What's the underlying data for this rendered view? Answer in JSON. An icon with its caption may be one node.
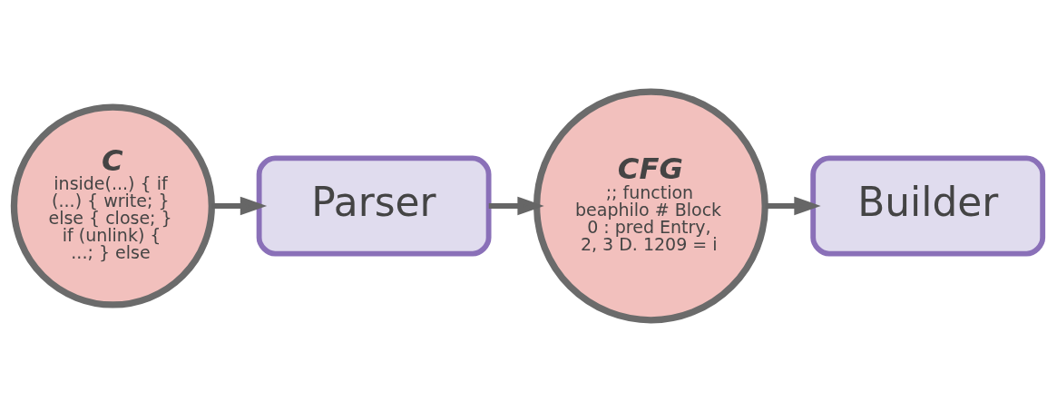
{
  "diagram": {
    "nodes": [
      {
        "text": [
          "C",
          "inside(...) { if (...) { write; } else { close; } if (unlink) { ...; } else"
        ]
      },
      {
        "text": [
          "Parser"
        ]
      },
      {
        "text": [
          "CFG",
          ";; function beaphilo # Block 0 : pred Entry, 2, 3 D. 1209 = i"
        ]
      },
      {
        "text": [
          "Builder"
        ]
      }
    ],
    "edges": [
      {
        "from": 0,
        "to": 1,
        "arrow": "to"
      },
      {
        "from": 1,
        "to": 2,
        "arrow": "to"
      },
      {
        "from": 2,
        "to": 3,
        "arrow": "to"
      }
    ]
  }
}
